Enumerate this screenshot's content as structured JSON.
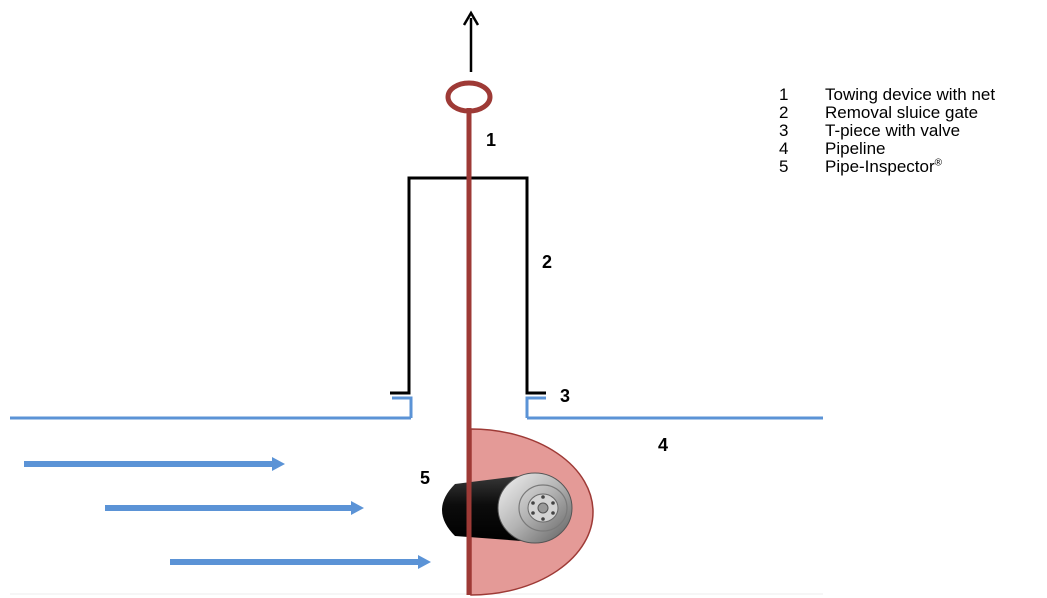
{
  "callouts": {
    "n1": "1",
    "n2": "2",
    "n3": "3",
    "n4": "4",
    "n5": "5"
  },
  "legend": {
    "items": [
      {
        "num": "1",
        "text": "Towing device with net",
        "sup": ""
      },
      {
        "num": "2",
        "text": "Removal sluice gate",
        "sup": ""
      },
      {
        "num": "3",
        "text": "T-piece with valve",
        "sup": ""
      },
      {
        "num": "4",
        "text": "Pipeline",
        "sup": ""
      },
      {
        "num": "5",
        "text": "Pipe-Inspector",
        "sup": "®"
      }
    ]
  },
  "colors": {
    "pipeline": "#5b93d6",
    "rod": "#9e3a36",
    "net_fill": "#e49a97",
    "gate": "#000000",
    "inspector_body": "#111111",
    "inspector_cap": "#b8b8b8"
  }
}
